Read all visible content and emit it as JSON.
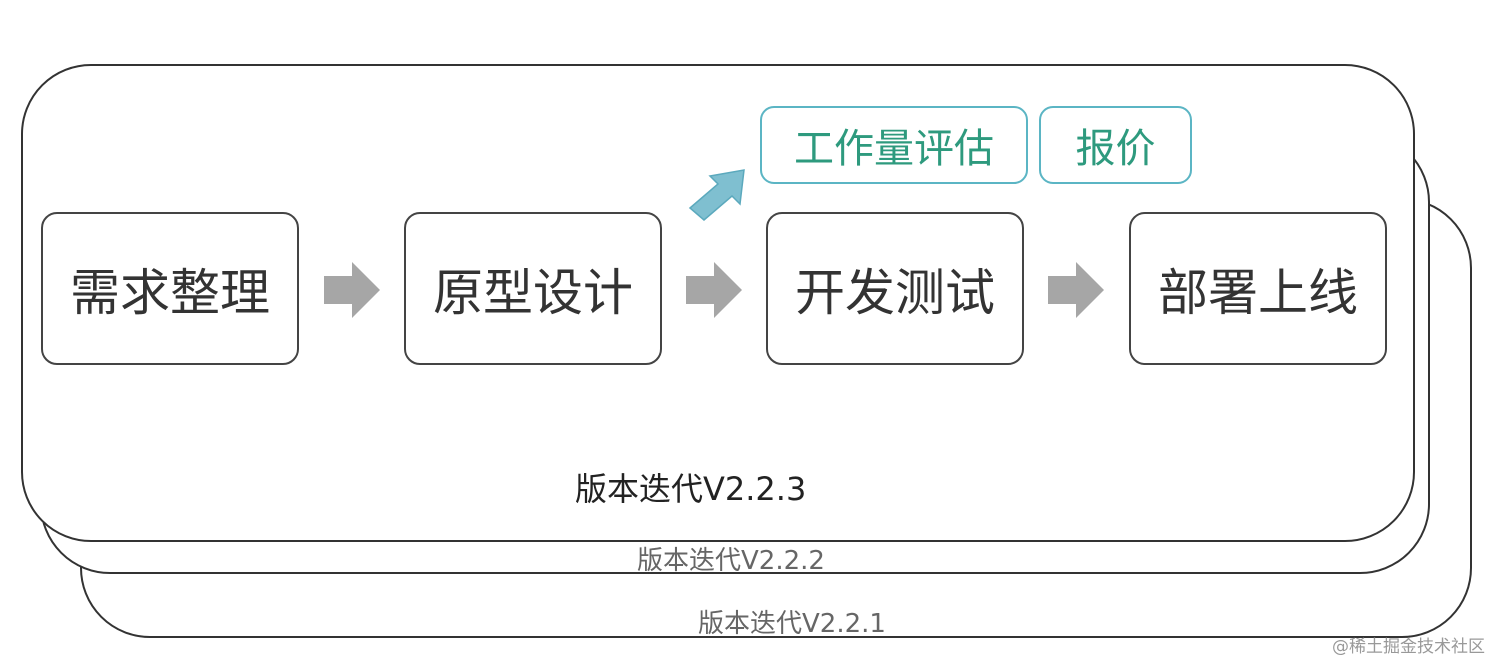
{
  "versions": [
    {
      "label": "版本迭代V2.2.3"
    },
    {
      "label": "版本迭代V2.2.2"
    },
    {
      "label": "版本迭代V2.2.1"
    }
  ],
  "steps": [
    {
      "label": "需求整理"
    },
    {
      "label": "原型设计"
    },
    {
      "label": "开发测试"
    },
    {
      "label": "部署上线"
    }
  ],
  "tags": [
    {
      "label": "工作量评估"
    },
    {
      "label": "报价"
    }
  ],
  "watermark": "@稀土掘金技术社区",
  "colors": {
    "tag_text": "#2e9a7e",
    "tag_border": "#5bb5c4",
    "arrow": "#a6a6a6",
    "up_arrow": "#7fbfd0"
  }
}
